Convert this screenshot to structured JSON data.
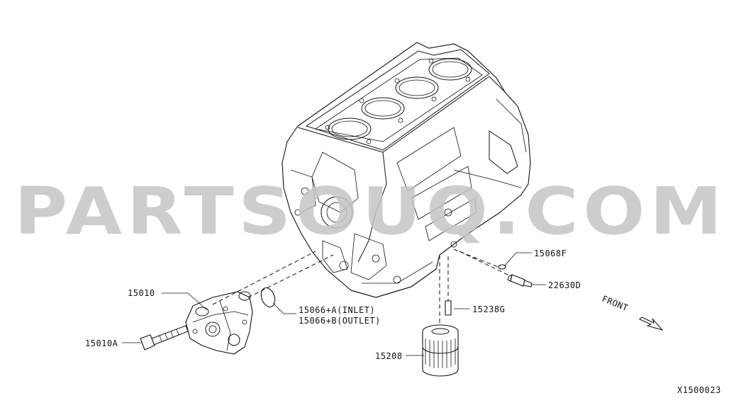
{
  "watermark": "PARTSOUQ.COM",
  "diagram_code": "X1500023",
  "front_label": "FRONT",
  "callouts": {
    "oil_pump": "15010",
    "bolt": "15010A",
    "gasket_inlet": "15066+A(INLET)",
    "gasket_outlet": "15066+B(OUTLET)",
    "filter": "15208",
    "connector": "15238G",
    "washer": "15068F",
    "sensor": "22630D"
  },
  "icons": {
    "front_arrow": "front-arrow-icon"
  }
}
